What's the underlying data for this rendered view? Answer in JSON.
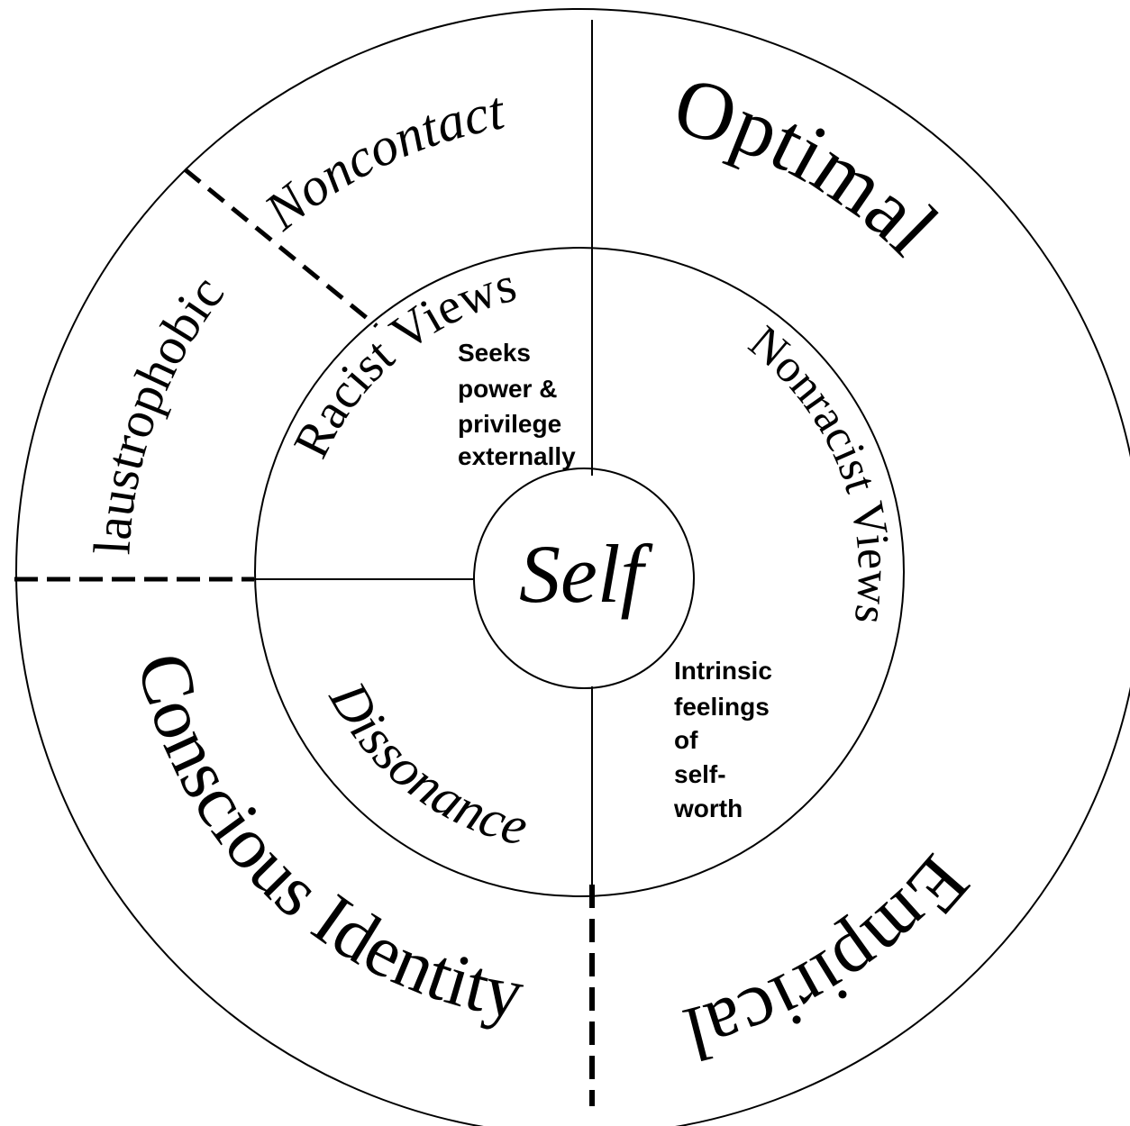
{
  "center": {
    "label": "Self"
  },
  "inner_ring": {
    "racist": "Racist Views",
    "nonracist": "Nonracist Views",
    "dissonance": "Dissonance"
  },
  "outer_ring": {
    "noncontact": "Noncontact",
    "claustrophobic": "Claustrophobic",
    "optimal": "Optimal",
    "empirical": "Empirical",
    "conscious_identity": "Conscious Identity"
  },
  "notes": {
    "seeks": [
      "Seeks",
      "power &",
      "privilege",
      "externally"
    ],
    "intrinsic": [
      "Intrinsic",
      "feelings",
      "of",
      "self-",
      "worth"
    ]
  }
}
